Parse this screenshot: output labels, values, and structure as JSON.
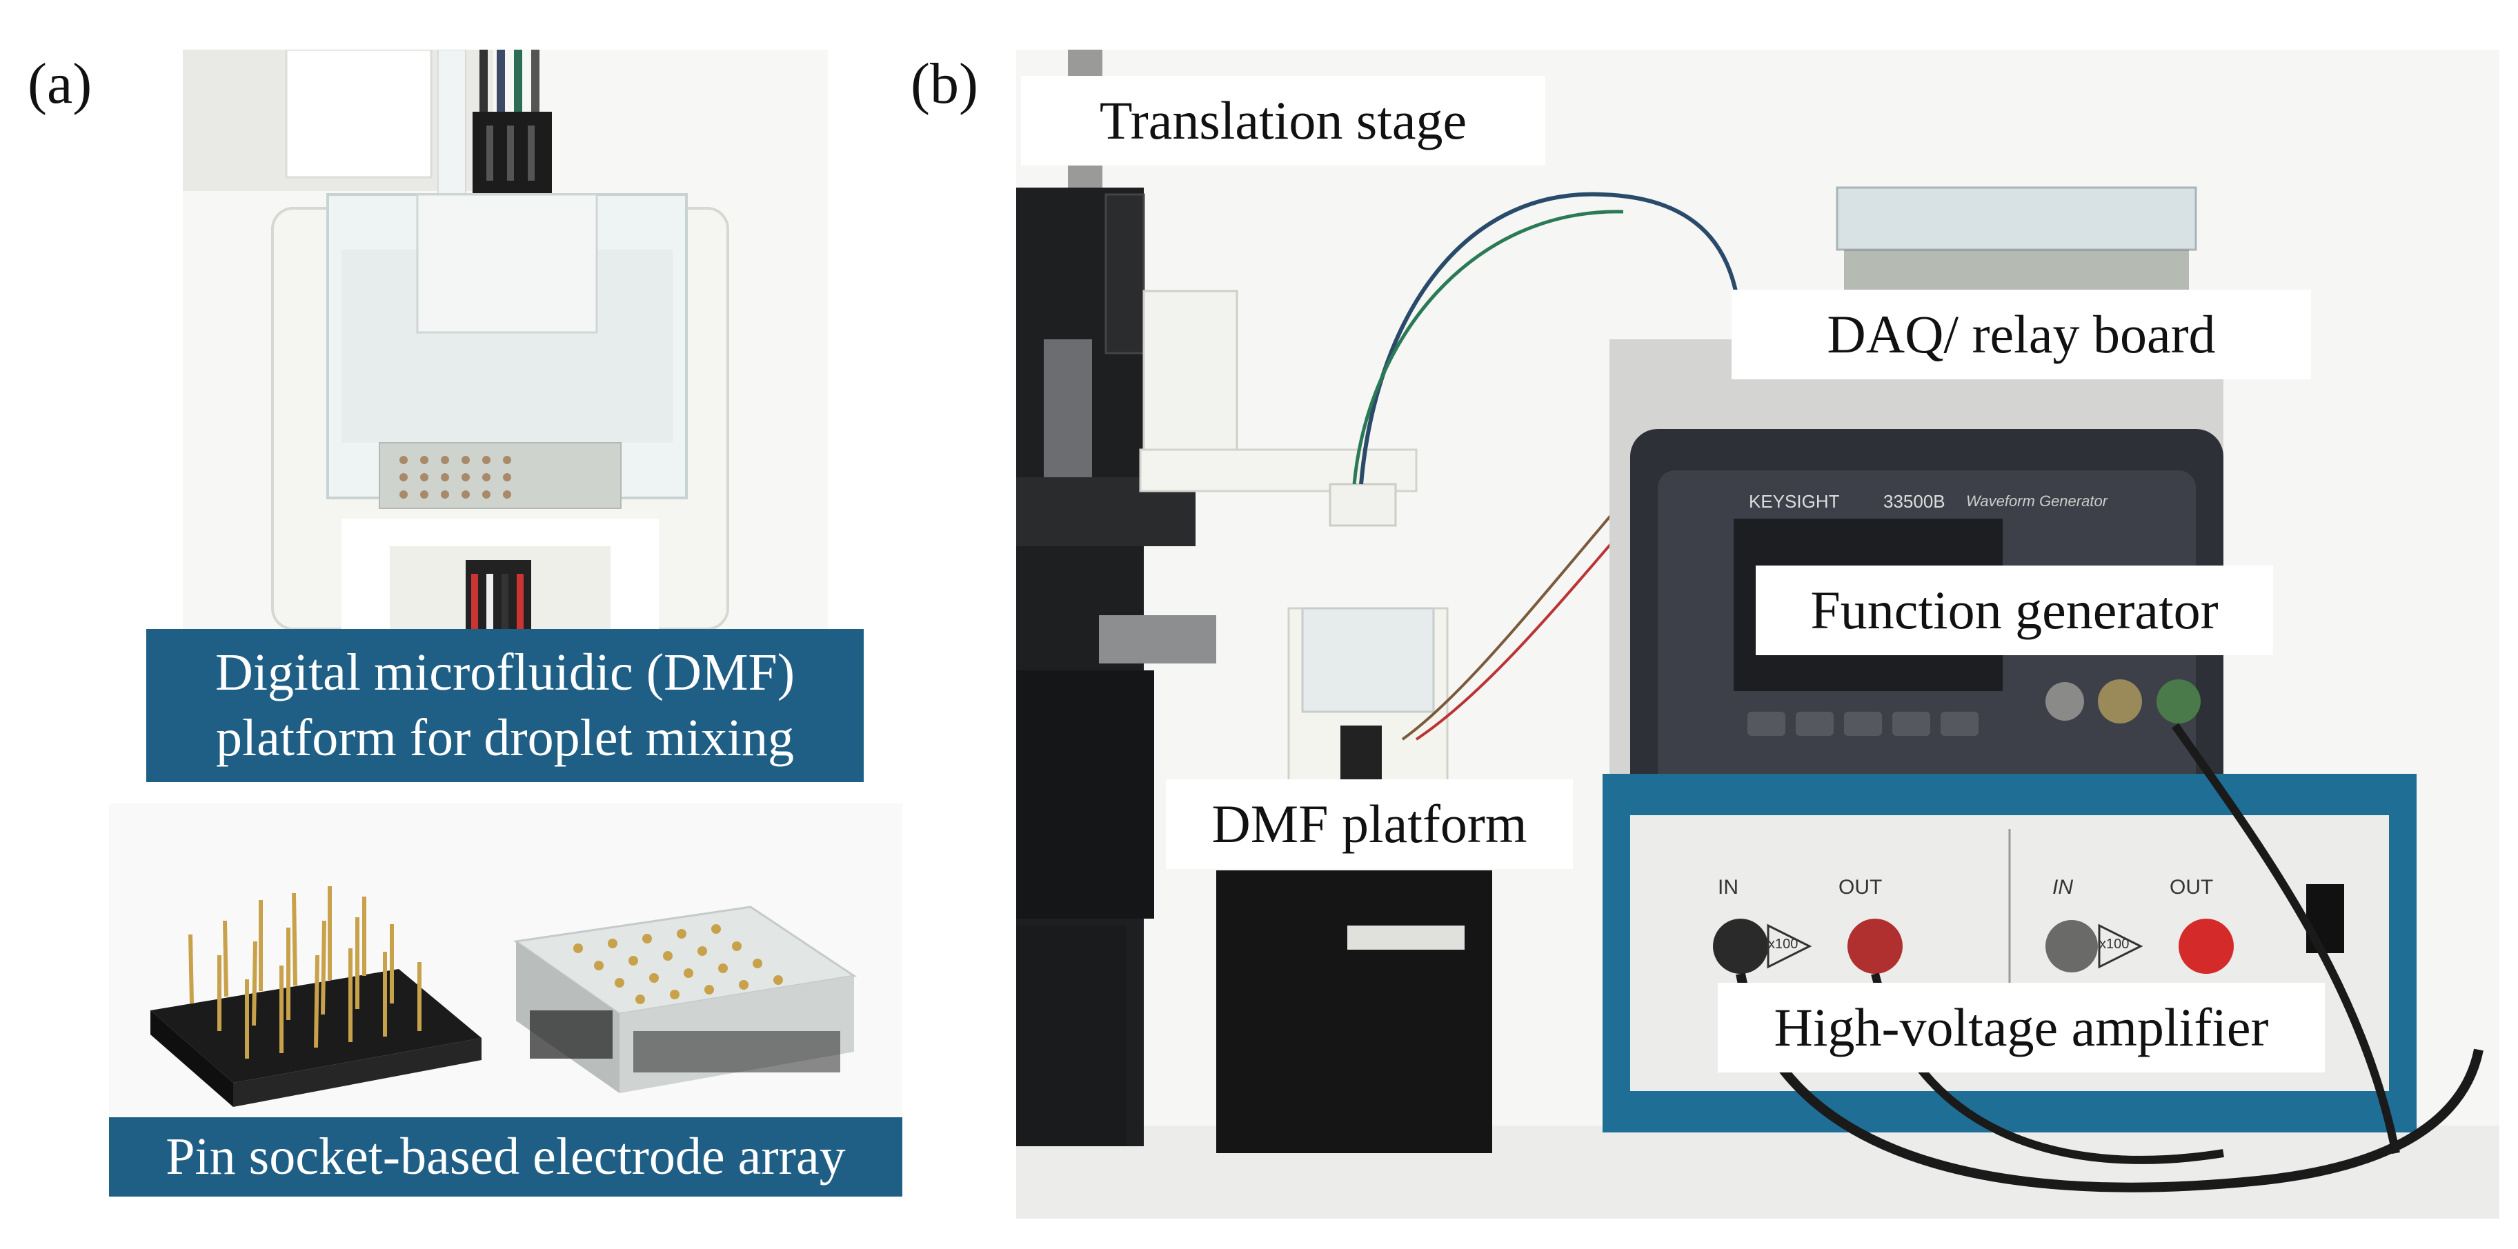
{
  "panels": {
    "a": {
      "letter": "(a)",
      "captions": {
        "dmf_line1": "Digital microfluidic (DMF)",
        "dmf_line2": "platform for droplet mixing",
        "array": "Pin socket-based electrode array"
      }
    },
    "b": {
      "letter": "(b)",
      "labels": {
        "translation_stage": "Translation stage",
        "daq_board": "DAQ/ relay board",
        "function_generator": "Function generator",
        "dmf_platform": "DMF platform",
        "hv_amplifier": "High-voltage amplifier"
      },
      "device_text": {
        "brand": "KEYSIGHT",
        "model": "33500B",
        "model_desc": "Waveform Generator",
        "amp_in_left": "IN",
        "amp_out_left": "OUT",
        "amp_in_right": "IN",
        "amp_out_right": "OUT",
        "amp_gain_left": "x100",
        "amp_gain_right": "x100"
      }
    }
  },
  "colors": {
    "caption_blue": "#1f5f86",
    "amp_blue": "#1f6e96",
    "generator_dark": "#2d3036"
  }
}
